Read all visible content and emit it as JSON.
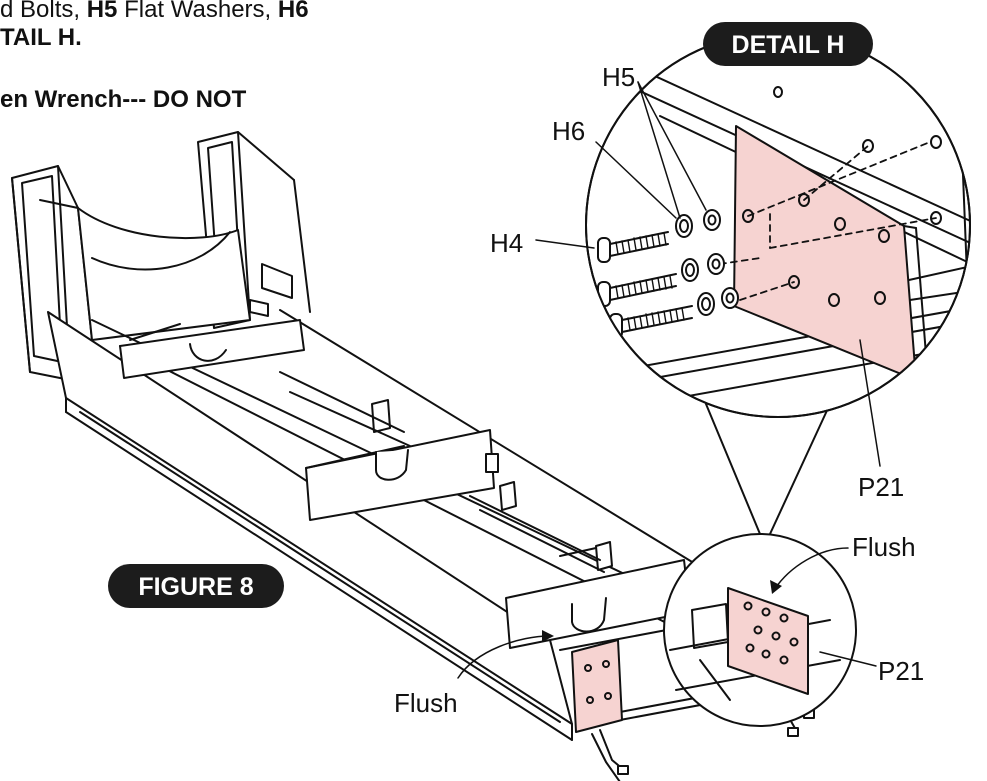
{
  "instructions": {
    "line1": {
      "prefix": "d Bolts, ",
      "part_a": "H5",
      "mid": " Flat Washers, ",
      "part_b": "H6"
    },
    "line2": "TAIL H.",
    "line3": "en Wrench--- DO NOT"
  },
  "badges": {
    "figure": "FIGURE 8",
    "detail": "DETAIL H"
  },
  "callouts": {
    "h5": "H5",
    "h6": "H6",
    "h4": "H4",
    "p21_detail": "P21",
    "p21_small": "P21",
    "flush_right": "Flush",
    "flush_left": "Flush"
  },
  "colors": {
    "panel_pink": "#f6d3d1",
    "badge_fill": "#1c1c1c",
    "line": "#111111"
  }
}
